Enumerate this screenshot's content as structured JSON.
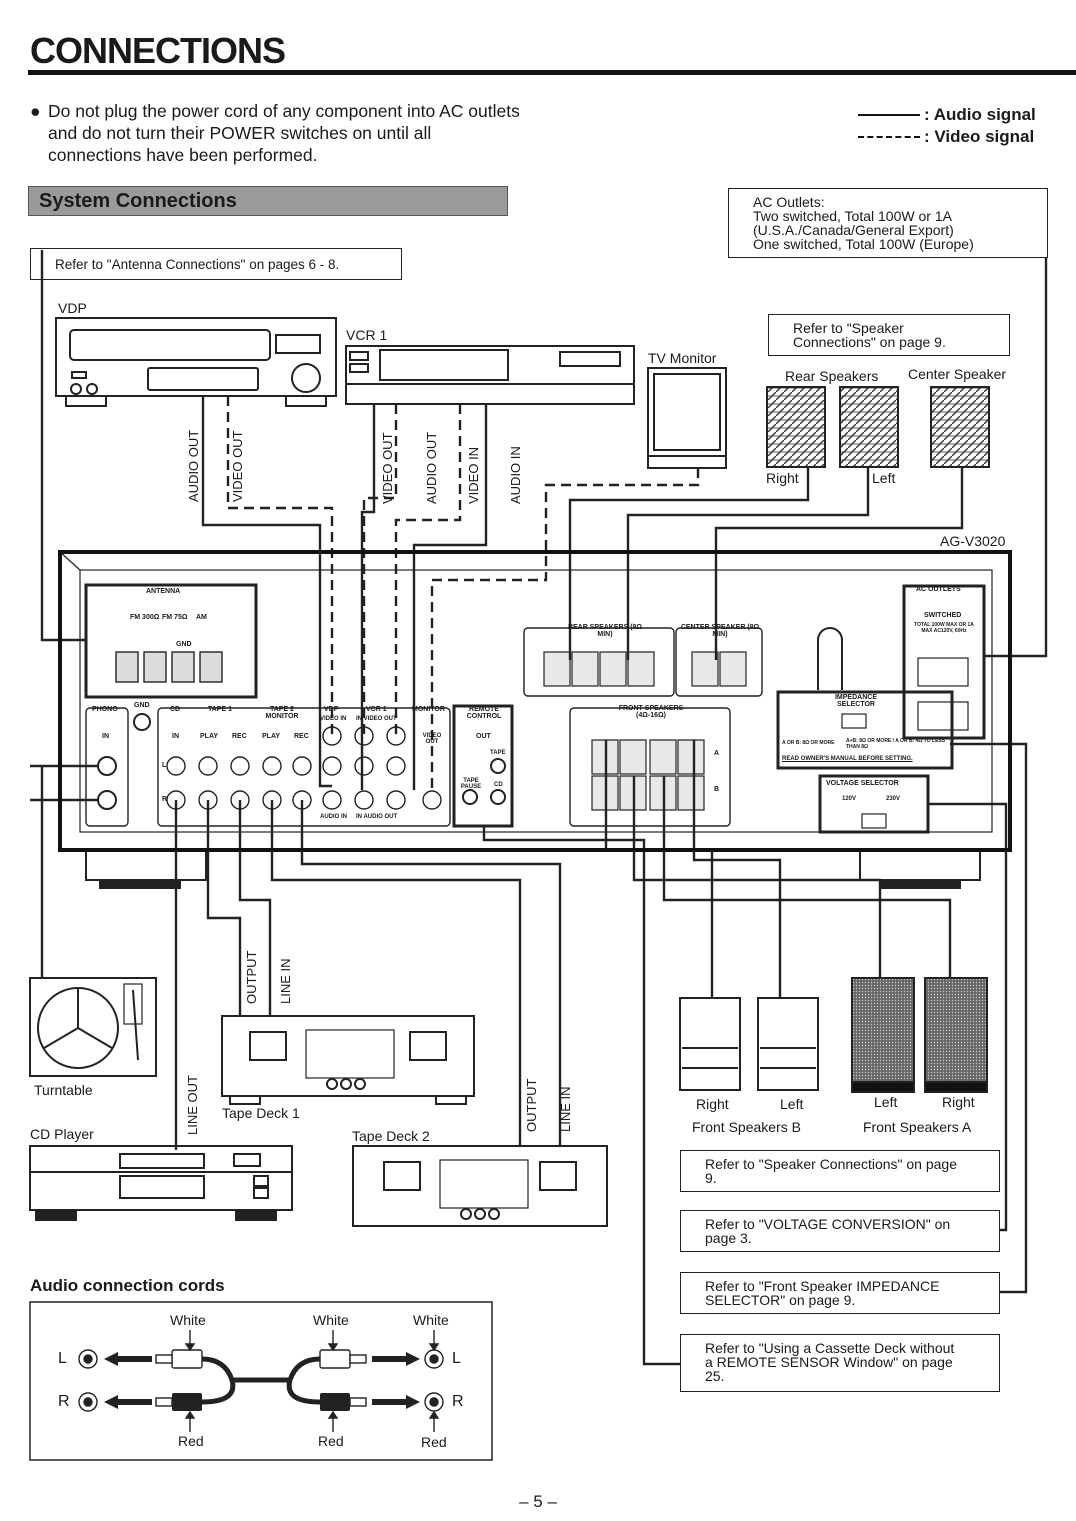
{
  "page": {
    "title": "CONNECTIONS",
    "page_number": "– 5 –"
  },
  "intro": {
    "bullet": "●",
    "text": "Do not plug the power cord of any component into AC outlets and do not turn their POWER switches on until all connections have been performed."
  },
  "legend": {
    "audio": ": Audio signal",
    "video": ": Video signal"
  },
  "section_title": "System Connections",
  "notes": {
    "antenna": "Refer to \"Antenna Connections\" on pages 6 - 8.",
    "ac_outlets": [
      "AC Outlets:",
      "Two switched, Total 100W or 1A",
      "(U.S.A./Canada/General Export)",
      "One switched, Total 100W (Europe)"
    ],
    "speaker_rear": [
      "Refer to \"Speaker",
      "Connections\" on page 9."
    ],
    "speaker_front": [
      "Refer to \"Speaker Connections\" on page",
      "9."
    ],
    "voltage": [
      "Refer to \"VOLTAGE CONVERSION\" on",
      "page 3."
    ],
    "impedance": [
      "Refer to \"Front Speaker IMPEDANCE",
      "SELECTOR\" on page 9."
    ],
    "cassette": [
      "Refer to \"Using a Cassette Deck without",
      "a REMOTE SENSOR Window\" on page",
      "25."
    ]
  },
  "devices": {
    "vdp": "VDP",
    "vcr1": "VCR 1",
    "tv": "TV Monitor",
    "rear_speakers": "Rear Speakers",
    "rear_right": "Right",
    "rear_left": "Left",
    "center_speaker": "Center Speaker",
    "receiver_model": "AG-V3020",
    "turntable": "Turntable",
    "cd_player": "CD Player",
    "tape_deck_1": "Tape Deck 1",
    "tape_deck_2": "Tape Deck 2",
    "front_b_right": "Right",
    "front_b_left": "Left",
    "front_b": "Front Speakers B",
    "front_a_left": "Left",
    "front_a_right": "Right",
    "front_a": "Front Speakers A"
  },
  "cable_labels": {
    "vdp_audio_out": "AUDIO OUT",
    "vdp_video_out": "VIDEO OUT",
    "vcr_video_out": "VIDEO OUT",
    "vcr_audio_out": "AUDIO OUT",
    "vcr_video_in": "VIDEO IN",
    "vcr_audio_in": "AUDIO IN",
    "deck1_output": "OUTPUT",
    "deck1_line_in": "LINE IN",
    "cd_line_out": "LINE OUT",
    "deck2_output": "OUTPUT",
    "deck2_line_in": "LINE IN"
  },
  "panel": {
    "antenna": "ANTENNA",
    "fm300": "FM 300Ω",
    "fm75": "FM 75Ω",
    "am": "AM",
    "gnd": "GND",
    "phono": "PHONO",
    "phono_in": "IN",
    "cd": "CD",
    "cd_in": "IN",
    "tape1": "TAPE 1",
    "tape2": "TAPE 2 MONITOR",
    "play": "PLAY",
    "rec": "REC",
    "vdp": "VDP",
    "vdp_video_in": "VIDEO IN",
    "vdp_audio_in": "AUDIO IN",
    "vcr1": "VCR 1",
    "vcr_video": "IN  VIDEO  OUT",
    "vcr_audio": "IN  AUDIO  OUT",
    "monitor": "MONITOR",
    "monitor_video_out": "VIDEO OUT",
    "remote": "REMOTE CONTROL",
    "remote_out": "OUT",
    "remote_tape": "TAPE",
    "remote_tape_pause": "TAPE PAUSE",
    "remote_cd": "CD",
    "rear_speakers": "REAR SPEAKERS (8Ω MIN)",
    "center_speaker": "CENTER SPEAKER (8Ω MIN)",
    "front_speakers": "FRONT SPEAKERS (4Ω-16Ω)",
    "front_a": "A",
    "front_b": "B",
    "impedance_title": "IMPEDANCE SELECTOR",
    "impedance_left": "A OR B: 8Ω OR MORE",
    "impedance_right": "A+B: 8Ω OR MORE / A OR B: 4Ω TO LESS THAN 8Ω",
    "impedance_warning": "READ OWNER'S MANUAL BEFORE SETTING.",
    "voltage_title": "VOLTAGE SELECTOR",
    "voltage_120": "120V",
    "voltage_230": "230V",
    "ac_outlets": "AC OUTLETS",
    "ac_switched": "SWITCHED",
    "ac_rating": "TOTAL 100W MAX OR 1A MAX AC120V, 60Hz",
    "ch_l": "L",
    "ch_r": "R"
  },
  "cords": {
    "title": "Audio connection cords",
    "white": "White",
    "red": "Red",
    "l": "L",
    "r": "R"
  }
}
